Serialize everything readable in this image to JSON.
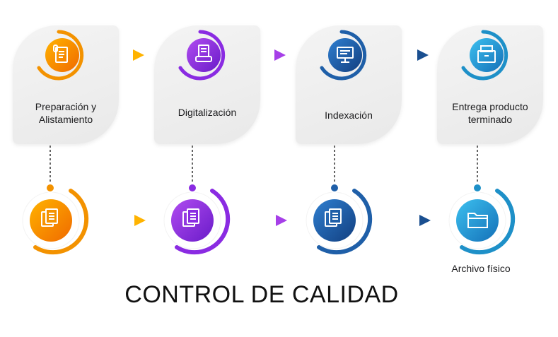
{
  "steps": [
    {
      "label": "Preparación y\nAlistamiento",
      "icon": "document-clip-icon",
      "color": "#f39200"
    },
    {
      "label": "Digitalización",
      "icon": "scanner-icon",
      "color": "#8a2be2"
    },
    {
      "label": "Indexación",
      "icon": "monitor-document-icon",
      "color": "#1f5fa8"
    },
    {
      "label": "Entrega producto\nterminado",
      "icon": "box-files-icon",
      "color": "#1e90c8"
    }
  ],
  "quality": [
    {
      "icon": "documents-icon"
    },
    {
      "icon": "documents-icon"
    },
    {
      "icon": "documents-icon"
    },
    {
      "icon": "folder-icon",
      "label": "Archivo físico"
    }
  ],
  "title": "CONTROL DE CALIDAD",
  "colors": {
    "orange": "#f39200",
    "purple": "#8a2be2",
    "navy": "#1f5fa8",
    "cyan": "#1e90c8"
  }
}
